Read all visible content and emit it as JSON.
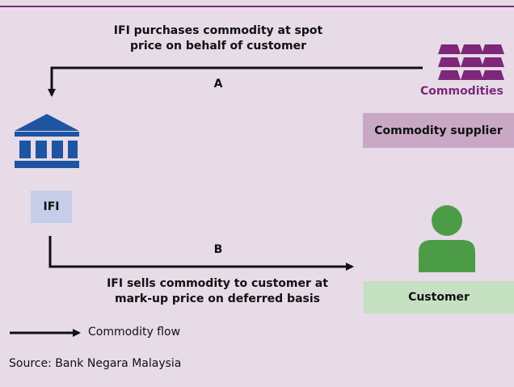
{
  "steps": {
    "a": {
      "letter": "A",
      "description": "IFI purchases commodity at spot price on behalf of customer"
    },
    "b": {
      "letter": "B",
      "description": "IFI sells commodity to customer at mark-up price on deferred basis"
    }
  },
  "nodes": {
    "ifi": {
      "label": "IFI",
      "icon": "bank-icon"
    },
    "supplier": {
      "label": "Commodity supplier",
      "icon_label": "Commodities",
      "icon": "commodity-bars-icon"
    },
    "customer": {
      "label": "Customer",
      "icon": "person-icon"
    }
  },
  "legend": {
    "label": "Commodity flow"
  },
  "source": "Source: Bank Negara Malaysia",
  "colors": {
    "background": "#e6dbe6",
    "accent_line": "#7a2e7a",
    "bank_blue": "#1f54a3",
    "ifi_box": "#c6cde9",
    "commodity_purple": "#7e2779",
    "supplier_box": "#c9a8c5",
    "customer_green": "#4c9c47",
    "customer_box": "#c6e0c2"
  }
}
